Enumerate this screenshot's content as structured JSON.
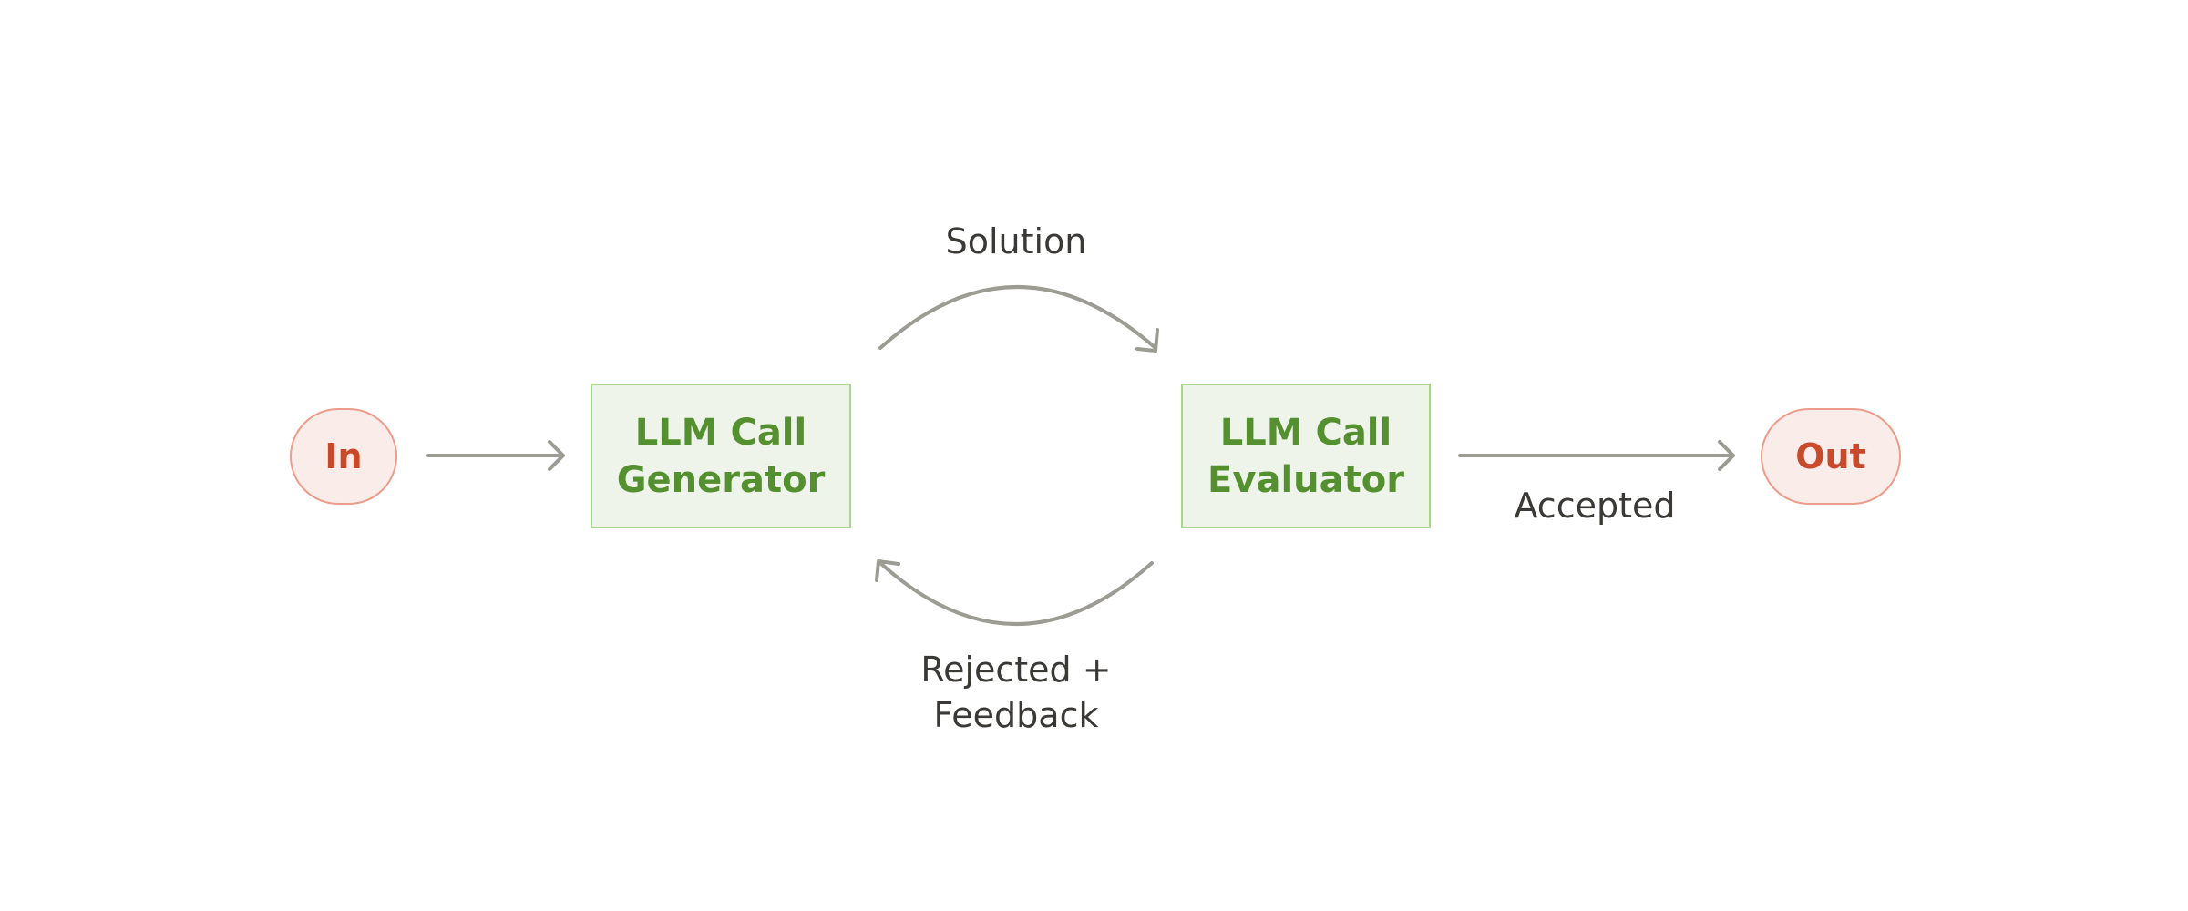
{
  "nodes": {
    "input": {
      "label": "In"
    },
    "generator": {
      "line1": "LLM Call",
      "line2": "Generator"
    },
    "evaluator": {
      "line1": "LLM Call",
      "line2": "Evaluator"
    },
    "output": {
      "label": "Out"
    }
  },
  "edges": {
    "solution": {
      "label": "Solution"
    },
    "feedback": {
      "line1": "Rejected +",
      "line2": "Feedback"
    },
    "accepted": {
      "label": "Accepted"
    }
  },
  "colors": {
    "terminal_fill": "#faece9",
    "terminal_border": "#ec9c8a",
    "terminal_text": "#c9492b",
    "llm_fill": "#eff4ea",
    "llm_border": "#a9d68e",
    "llm_text": "#559030",
    "arrow": "#9c9c94",
    "label_text": "#3a3936"
  }
}
